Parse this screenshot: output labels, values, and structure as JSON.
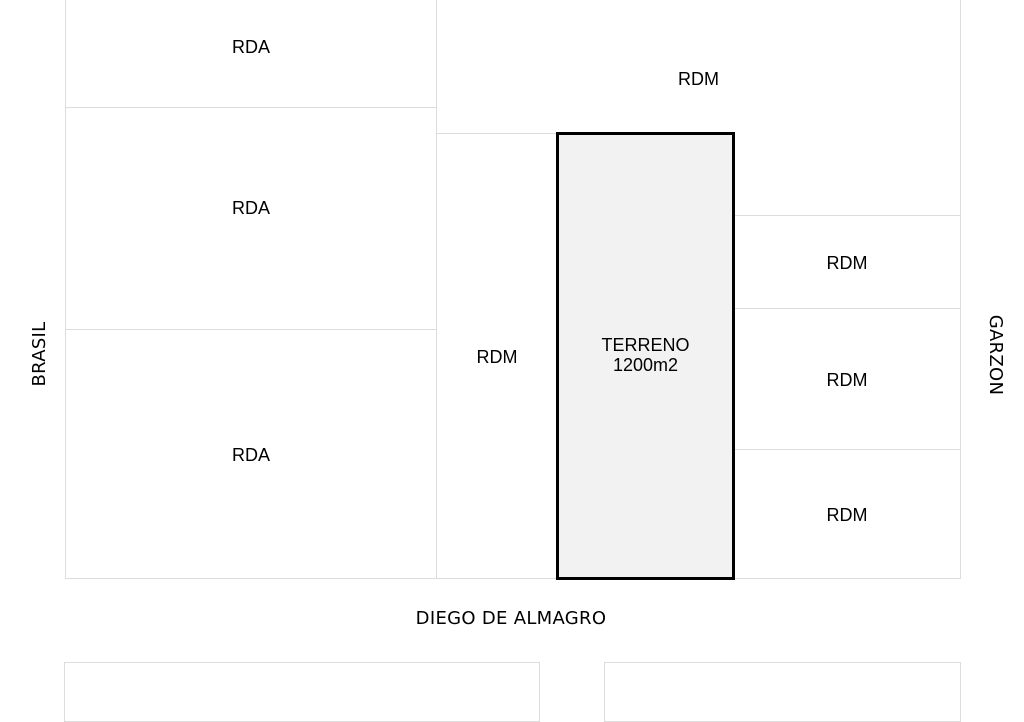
{
  "streets": {
    "left": "BRASIL",
    "right": "GARZON",
    "bottom": "DIEGO DE ALMAGRO"
  },
  "lots": {
    "rda_top": "RDA",
    "rda_middle": "RDA",
    "rda_bottom": "RDA",
    "rdm_top": "RDM",
    "rdm_left": "RDM",
    "rdm_right_1": "RDM",
    "rdm_right_2": "RDM",
    "rdm_right_3": "RDM"
  },
  "terreno": {
    "title": "TERRENO",
    "area": "1200m2"
  },
  "colors": {
    "line": "#dcdcdc",
    "terreno_fill": "#f2f2f2",
    "terreno_border": "#000000"
  }
}
